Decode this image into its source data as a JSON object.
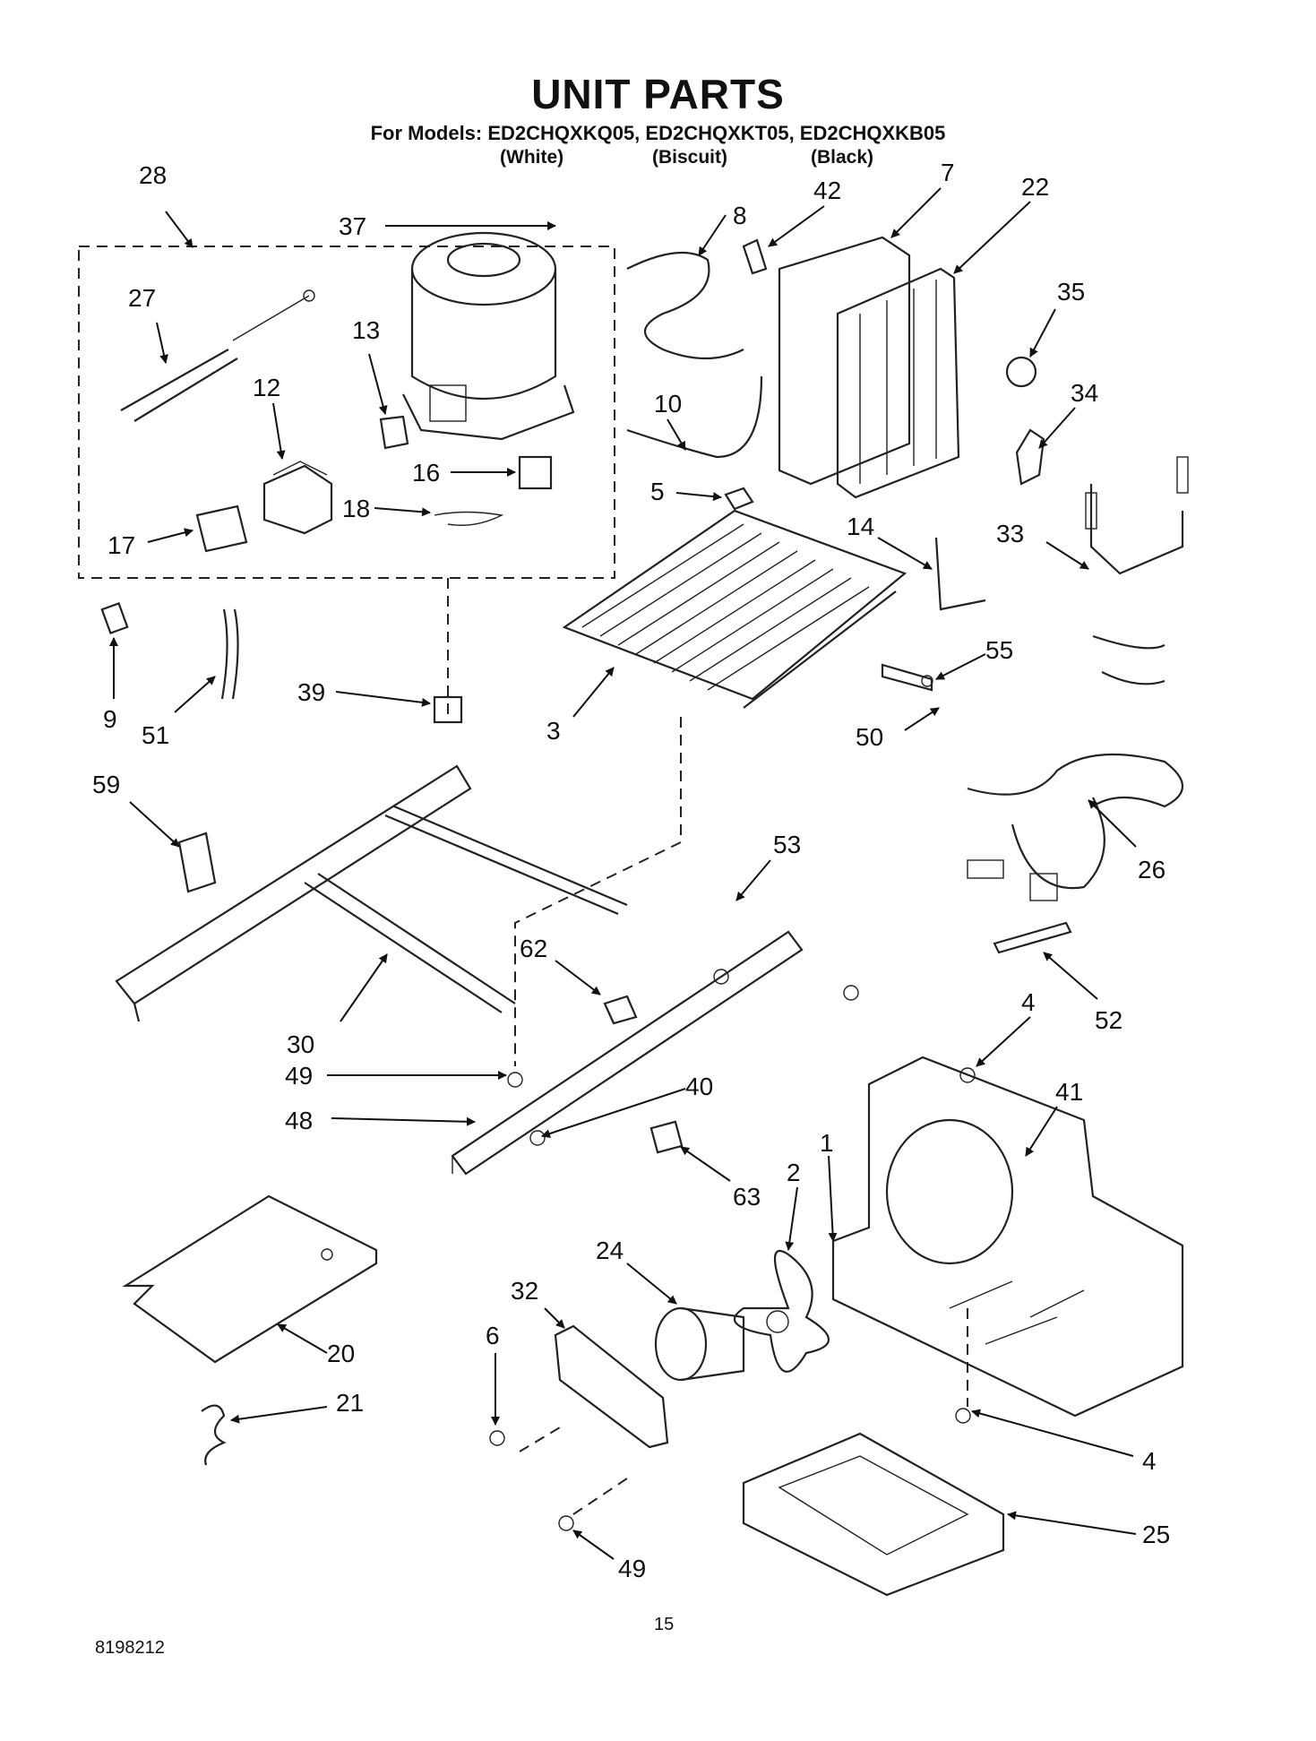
{
  "header": {
    "title": "UNIT PARTS",
    "subtitle": "For Models: ED2CHQXKQ05, ED2CHQXKT05, ED2CHQXKB05",
    "variants": [
      "(White)",
      "(Biscuit)",
      "(Black)"
    ]
  },
  "callouts": {
    "c28": "28",
    "c37": "37",
    "c8": "8",
    "c42": "42",
    "c7": "7",
    "c22": "22",
    "c27": "27",
    "c13": "13",
    "c12": "12",
    "c35": "35",
    "c34": "34",
    "c10": "10",
    "c16": "16",
    "c5": "5",
    "c18": "18",
    "c17": "17",
    "c14": "14",
    "c33": "33",
    "c55": "55",
    "c9": "9",
    "c51": "51",
    "c39": "39",
    "c3": "3",
    "c50": "50",
    "c59": "59",
    "c26": "26",
    "c53": "53",
    "c62": "62",
    "c52": "52",
    "c30": "30",
    "c49a": "49",
    "c40": "40",
    "c4a": "4",
    "c41": "41",
    "c48": "48",
    "c1": "1",
    "c2": "2",
    "c63": "63",
    "c24": "24",
    "c32": "32",
    "c6": "6",
    "c20": "20",
    "c21": "21",
    "c4b": "4",
    "c25": "25",
    "c49b": "49"
  },
  "footer": {
    "doc_number": "8198212",
    "page_number": "15"
  }
}
